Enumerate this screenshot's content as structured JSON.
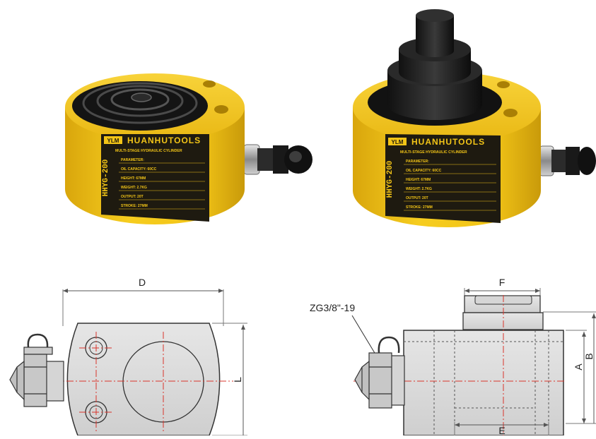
{
  "brand": "HUANHUTOOLS",
  "logo_text": "YLM",
  "model_code": "HHYG-200",
  "plate_heading": "MULTI-STAGE HYDRAULIC CYLINDER",
  "plate_lines": [
    "PARAMETER:",
    "OIL CAPACITY: 60CC",
    "HEIGHT: 67MM",
    "WEIGHT: 2.7KG",
    "OUTPUT: 20T",
    "STROKE: 27MM"
  ],
  "dimensions": {
    "D": "D",
    "L": "L",
    "F": "F",
    "A": "A",
    "B": "B",
    "E": "E",
    "port_thread": "ZG3/8\"-19"
  },
  "colors": {
    "cylinder_yellow": "#f2c417",
    "cylinder_shadow": "#c99a0a",
    "plate_black": "#1e1a10",
    "drawing_gray": "#d9d9d9",
    "centerline_red": "#d9342b"
  }
}
